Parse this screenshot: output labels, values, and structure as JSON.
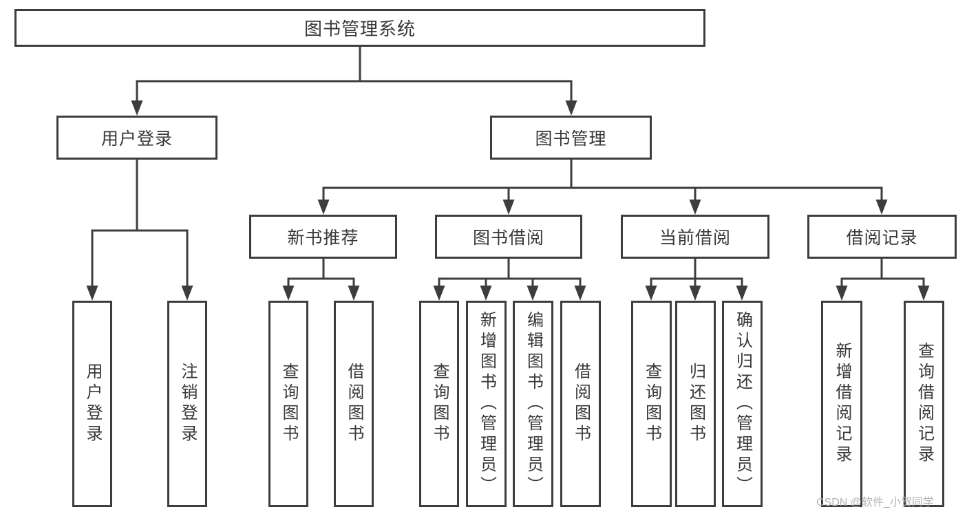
{
  "colors": {
    "line": "#3d3d3d",
    "text": "#383838",
    "box_background": "#ffffff",
    "page_background": "#ffffff",
    "watermark": "#b3b3b3"
  },
  "tree": {
    "root": {
      "label": "图书管理系统"
    },
    "level2": [
      {
        "id": "user-login",
        "label": "用户登录"
      },
      {
        "id": "book-management",
        "label": "图书管理"
      }
    ],
    "level3": [
      {
        "id": "new-book-recommend",
        "label": "新书推荐"
      },
      {
        "id": "book-borrow",
        "label": "图书借阅"
      },
      {
        "id": "current-borrow",
        "label": "当前借阅"
      },
      {
        "id": "borrow-records",
        "label": "借阅记录"
      }
    ],
    "leaves": {
      "user_login_group": [
        "用户登录",
        "注销登录"
      ],
      "new_book_group": [
        "查询图书",
        "借阅图书"
      ],
      "book_borrow_group": [
        "查询图书",
        "新增图书（管理员）",
        "编辑图书（管理员）",
        "借阅图书"
      ],
      "current_borrow_group": [
        "查询图书",
        "归还图书",
        "确认归还（管理员）"
      ],
      "records_group": [
        "新增借阅记录",
        "查询借阅记录"
      ]
    }
  },
  "watermark": {
    "text": "CSDN @软件_小贺同学"
  }
}
